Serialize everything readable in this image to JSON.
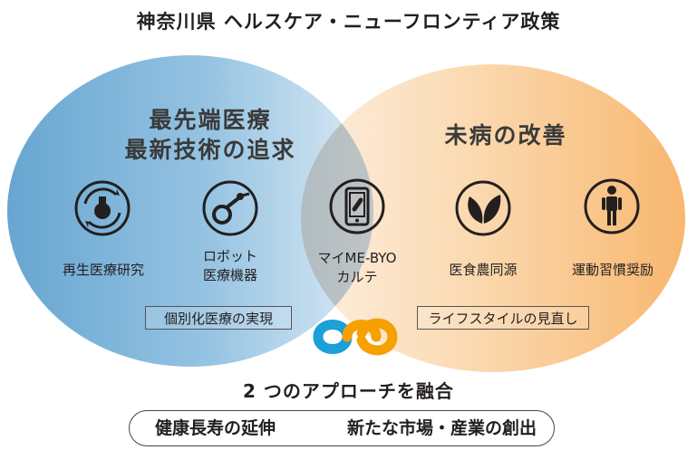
{
  "title": "神奈川県 ヘルスケア・ニューフロンティア政策",
  "left_circle": {
    "heading_line1": "最先端医療",
    "heading_line2": "最新技術の追求",
    "color": "#5a9fce"
  },
  "right_circle": {
    "heading": "未病の改善",
    "color": "#f7bd78"
  },
  "items": [
    {
      "label": "再生医療研究",
      "icon": "regenerative-flask-icon"
    },
    {
      "label_line1": "ロボット",
      "label_line2": "医療機器",
      "icon": "robot-arm-icon"
    },
    {
      "label_line1": "マイME-BYO",
      "label_line2": "カルテ",
      "icon": "smartphone-icon"
    },
    {
      "label": "医食農同源",
      "icon": "leaves-icon"
    },
    {
      "label": "運動習慣奨励",
      "icon": "walking-person-icon"
    }
  ],
  "left_box": "個別化医療の実現",
  "right_box": "ライフスタイルの見直し",
  "fusion_text": "2 つのアプローチを融合",
  "outcomes": {
    "left": "健康長寿の延伸",
    "right": "新たな市場・産業の創出"
  },
  "logo_colors": {
    "blue": "#1ba0d8",
    "orange": "#f5a100"
  }
}
